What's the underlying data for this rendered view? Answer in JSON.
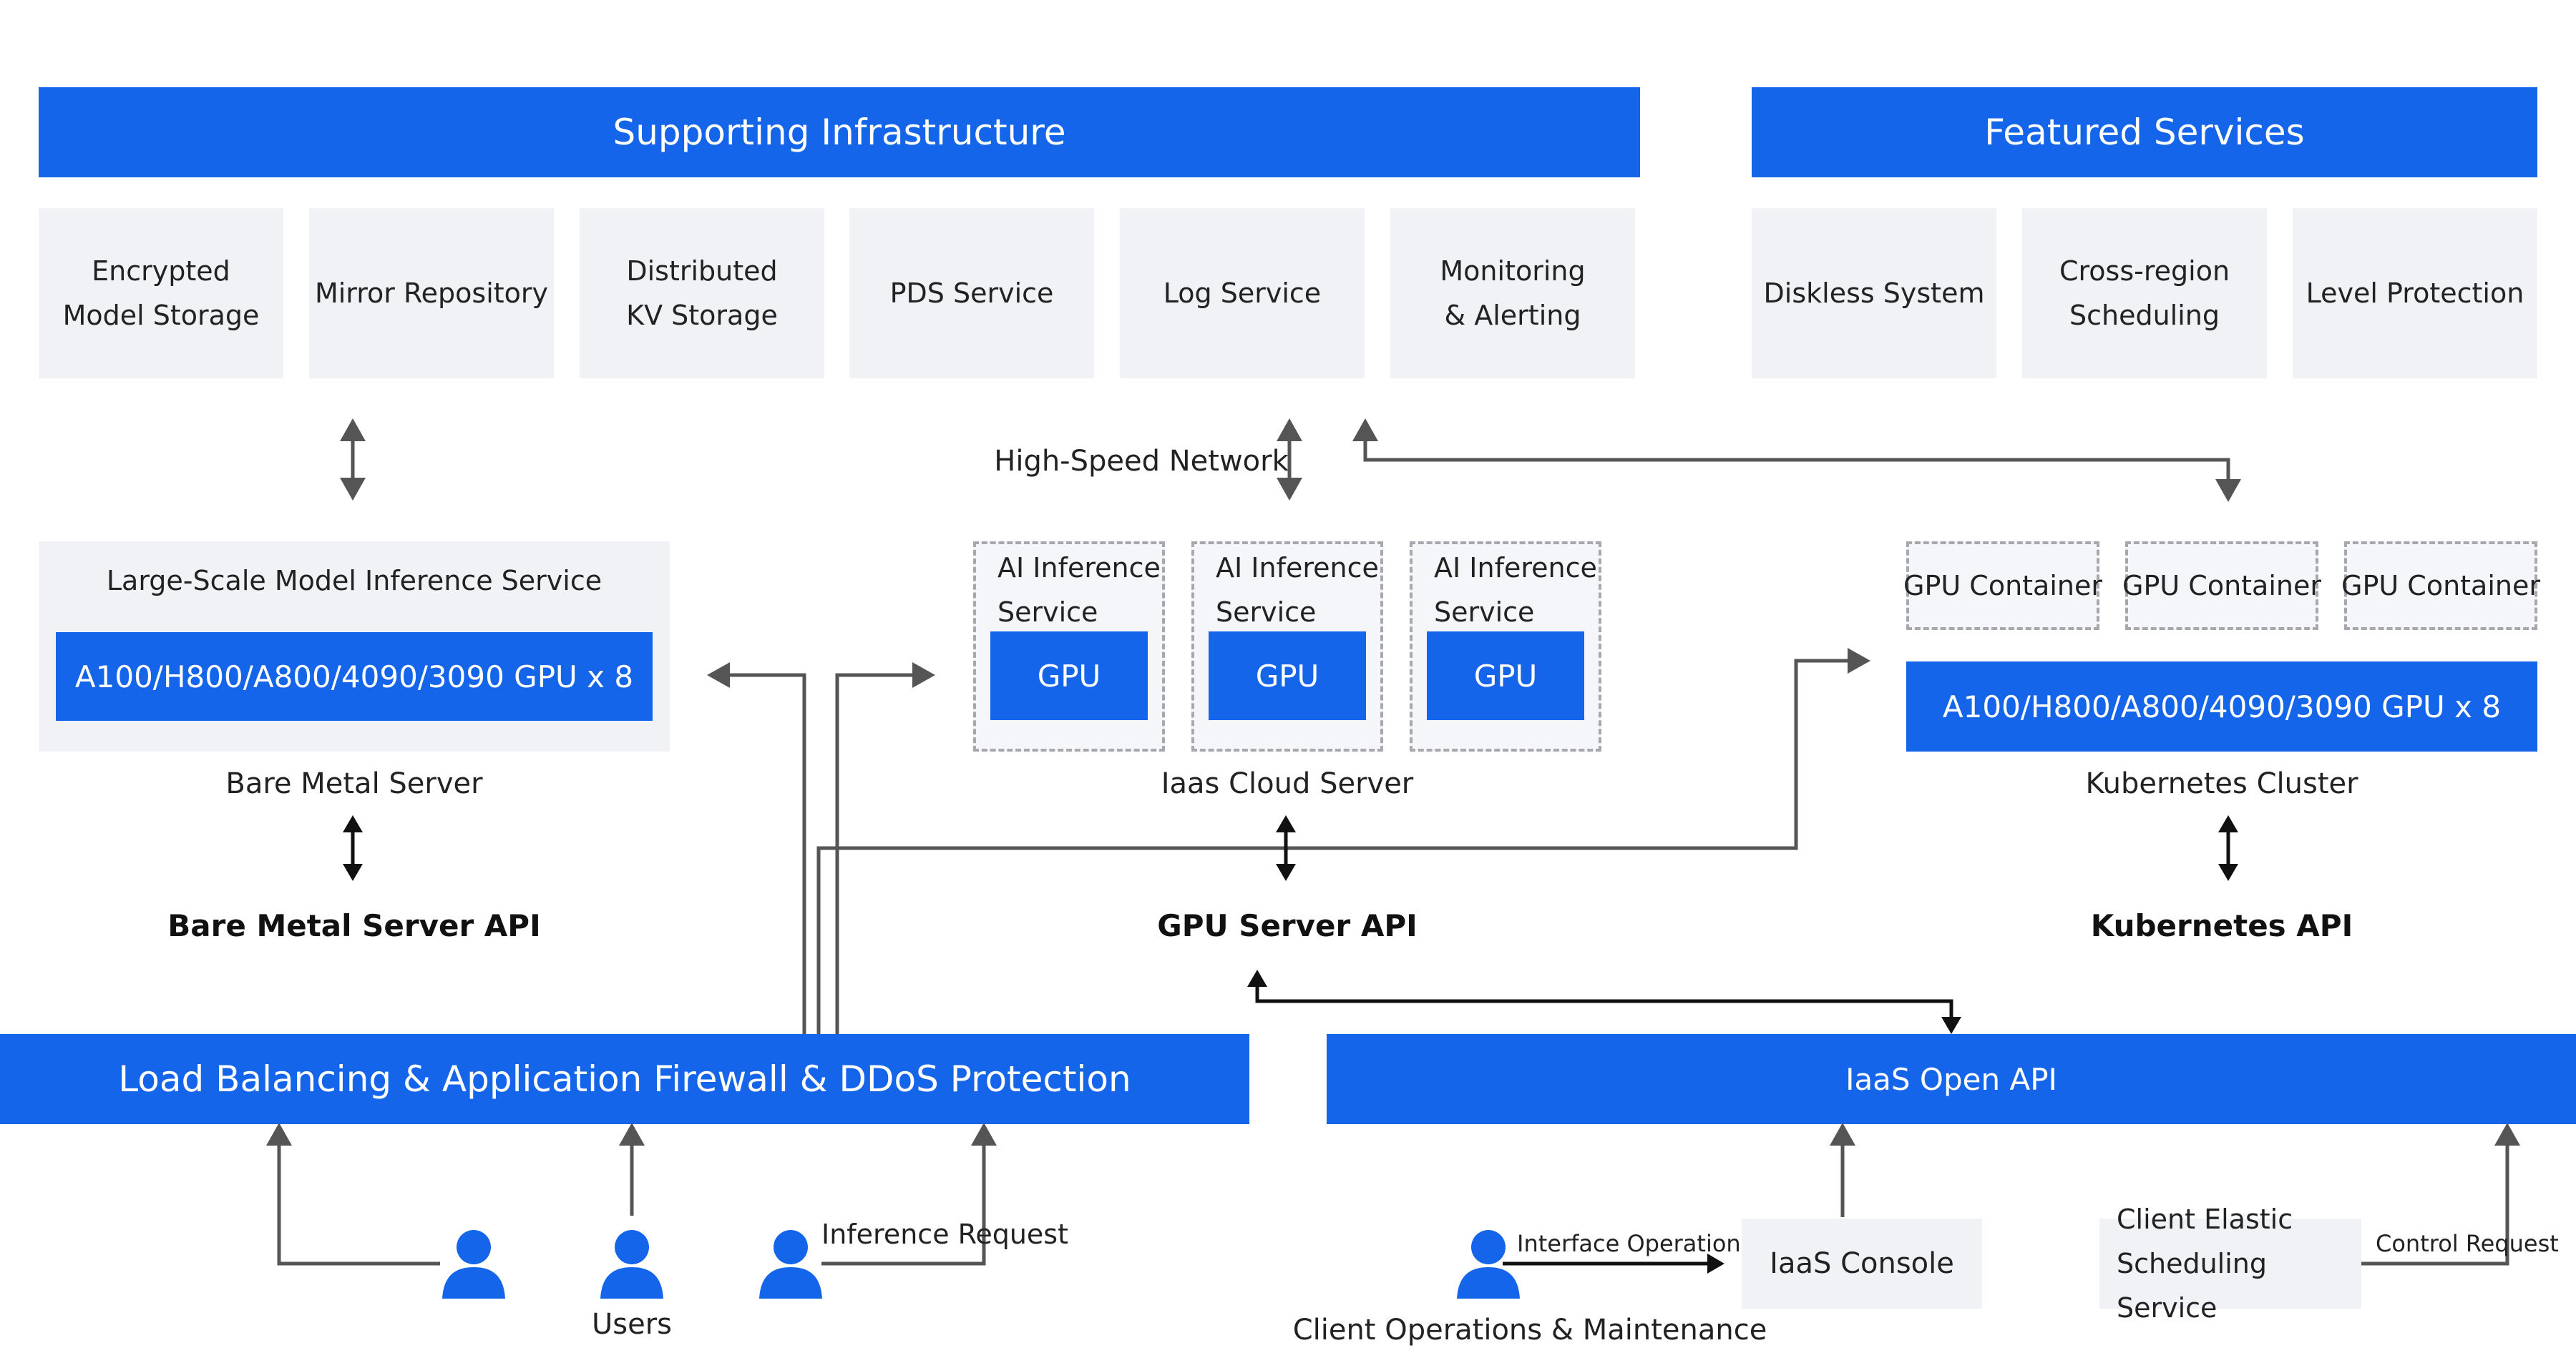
{
  "supporting": {
    "title": "Supporting Infrastructure",
    "items": [
      "Encrypted\nModel Storage",
      "Mirror Repository",
      "Distributed\nKV Storage",
      "PDS Service",
      "Log Service",
      "Monitoring\n& Alerting"
    ]
  },
  "featured": {
    "title": "Featured Services",
    "items": [
      "Diskless System",
      "Cross-region\nScheduling",
      "Level Protection"
    ]
  },
  "network_label": "High-Speed Network",
  "bare_metal": {
    "service_title": "Large-Scale Model Inference Service",
    "gpu_label": "A100/H800/A800/4090/3090 GPU x 8",
    "server_label": "Bare Metal Server",
    "api_label": "Bare Metal Server API"
  },
  "iaas_cloud": {
    "service_label": "AI Inference\nService",
    "gpu_label": "GPU",
    "server_label": "Iaas Cloud Server",
    "api_label": "GPU Server API"
  },
  "kubernetes": {
    "container_label": "GPU Container",
    "gpu_label": "A100/H800/A800/4090/3090 GPU x 8",
    "cluster_label": "Kubernetes Cluster",
    "api_label": "Kubernetes API"
  },
  "load_balancer": "Load Balancing & Application Firewall & DDoS Protection",
  "iaas_open_api": "IaaS Open API",
  "users_label": "Users",
  "inference_request": "Inference Request",
  "interface_operation": "Interface Operation",
  "iaas_console": "IaaS Console",
  "client_ops": "Client Operations & Maintenance",
  "client_elastic": "Client Elastic\nScheduling Service",
  "control_request": "Control Request",
  "colors": {
    "blue": "#1565ea",
    "gray_box": "#f1f2f6",
    "line": "#555555"
  },
  "icons": [
    "user-icon"
  ]
}
